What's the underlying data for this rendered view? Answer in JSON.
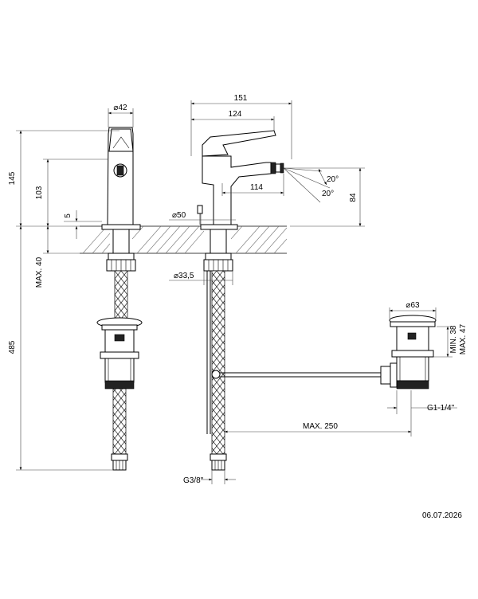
{
  "dimensions": {
    "d42": "⌀42",
    "h145": "145",
    "h103": "103",
    "h5": "5",
    "max40": "MAX. 40",
    "h485": "485",
    "w151": "151",
    "w124": "124",
    "w114": "114",
    "ang1": "20°",
    "ang2": "20°",
    "h84": "84",
    "d50": "⌀50",
    "d335": "⌀33,5",
    "g38": "G3/8\"",
    "max250": "MAX. 250",
    "d63": "⌀63",
    "min38": "MIN. 38",
    "max47": "MAX. 47",
    "g114": "G1-1/4\""
  },
  "date": "06.07.2026"
}
